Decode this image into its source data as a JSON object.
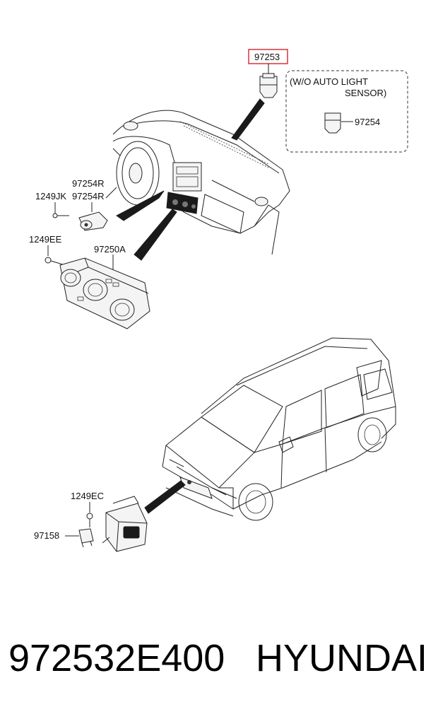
{
  "callouts": {
    "c97253": "97253",
    "note_line1": "(W/O AUTO LIGHT",
    "note_line2": "SENSOR)",
    "c97254": "97254",
    "c97254R_a": "97254R",
    "c97254R_b": "97254R",
    "c1249JK": "1249JK",
    "c1249EE": "1249EE",
    "c97250A": "97250A",
    "c1249EC": "1249EC",
    "c97158": "97158"
  },
  "highlight_color": "#d9343b",
  "footer": {
    "part_number": "972532E400",
    "brand": "HYUNDAI"
  }
}
